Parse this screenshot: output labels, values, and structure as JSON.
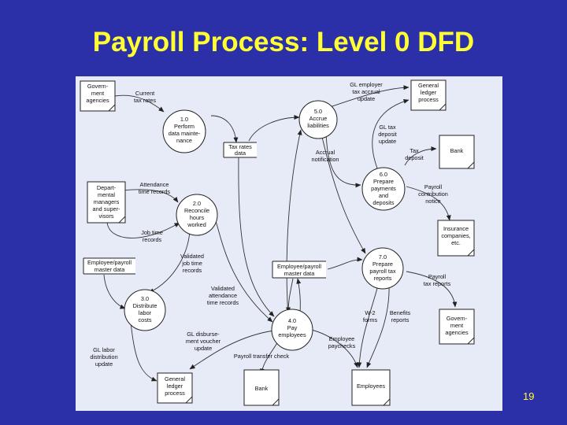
{
  "slide": {
    "title": "Payroll Process: Level 0 DFD",
    "page_number": "19"
  },
  "entities": {
    "government_agencies_1": [
      "Govern-",
      "ment",
      "agencies"
    ],
    "general_ledger_1": [
      "General",
      "ledger",
      "process"
    ],
    "bank_1": [
      "Bank"
    ],
    "department_managers": [
      "Depart-",
      "mental",
      "managers",
      "and super-",
      "visors"
    ],
    "insurance_companies": [
      "Insurance",
      "companies,",
      "etc."
    ],
    "government_agencies_2": [
      "Govern-",
      "ment",
      "agencies"
    ],
    "general_ledger_2": [
      "General",
      "ledger",
      "process"
    ],
    "bank_2": [
      "Bank"
    ],
    "employees": [
      "Employees"
    ]
  },
  "processes": {
    "p1": [
      "1.0",
      "Perform",
      "data mainte-",
      "nance"
    ],
    "p2": [
      "2.0",
      "Reconcile",
      "hours",
      "worked"
    ],
    "p3": [
      "3.0",
      "Distribute",
      "labor",
      "costs"
    ],
    "p4": [
      "4.0",
      "Pay",
      "employees"
    ],
    "p5": [
      "5.0",
      "Accrue",
      "liabilities"
    ],
    "p6": [
      "6.0",
      "Prepare",
      "payments",
      "and",
      "deposits"
    ],
    "p7": [
      "7.0",
      "Prepare",
      "payroll tax",
      "reports"
    ]
  },
  "stores": {
    "tax_rates": [
      "Tax rates",
      "data"
    ],
    "employee_payroll_1": [
      "Employee/payroll",
      "master data"
    ],
    "employee_payroll_2": [
      "Employee/payroll",
      "master data"
    ]
  },
  "flows": {
    "current_tax_rates": [
      "Current",
      "tax rates"
    ],
    "gl_employer_tax": [
      "GL employer",
      "tax accrual",
      "update"
    ],
    "gl_tax_deposit": [
      "GL tax",
      "deposit",
      "update"
    ],
    "tax_deposit": [
      "Tax",
      "deposit"
    ],
    "accrual_notification": [
      "Accrual",
      "notification"
    ],
    "attendance_time": [
      "Attendance",
      "time records"
    ],
    "job_time": [
      "Job time",
      "records"
    ],
    "payroll_contribution": [
      "Payroll",
      "contribution",
      "notice"
    ],
    "validated_job_time": [
      "Validated",
      "job time",
      "records"
    ],
    "validated_attendance": [
      "Validated",
      "attendance",
      "time records"
    ],
    "payroll_tax_reports": [
      "Payroll",
      "tax reports"
    ],
    "w2_forms": [
      "W-2",
      "forms"
    ],
    "benefits_reports": [
      "Benefits",
      "reports"
    ],
    "gl_labor": [
      "GL labor",
      "distribution",
      "update"
    ],
    "gl_disbursement": [
      "GL disburse-",
      "ment voucher",
      "update"
    ],
    "payroll_transfer_check": [
      "Payroll transfer check"
    ],
    "employee_paychecks": [
      "Employee",
      "paychecks"
    ]
  }
}
